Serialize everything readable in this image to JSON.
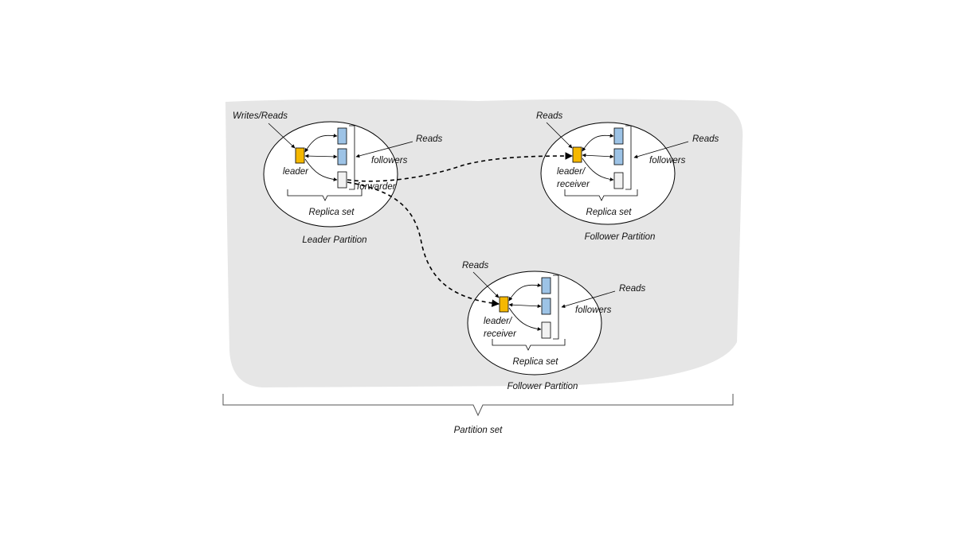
{
  "colors": {
    "background_panel": "#e6e6e6",
    "leader_box": "#f5b800",
    "follower_replica": "#9dc3e6",
    "forwarder_replica": "#f2f2f2",
    "outline": "#000000"
  },
  "labels": {
    "partition_set": "Partition set"
  },
  "leader_partition": {
    "title": "Leader Partition",
    "incoming": "Writes/Reads",
    "leader": "leader",
    "followers": "followers",
    "followers_reads": "Reads",
    "forwarder": "forwarder",
    "replica_set": "Replica set"
  },
  "follower_partition_1": {
    "title": "Follower Partition",
    "incoming": "Reads",
    "leader_line1": "leader/",
    "leader_line2": "receiver",
    "followers": "followers",
    "followers_reads": "Reads",
    "replica_set": "Replica set"
  },
  "follower_partition_2": {
    "title": "Follower Partition",
    "incoming": "Reads",
    "leader_line1": "leader/",
    "leader_line2": "receiver",
    "followers": "followers",
    "followers_reads": "Reads",
    "replica_set": "Replica set"
  }
}
